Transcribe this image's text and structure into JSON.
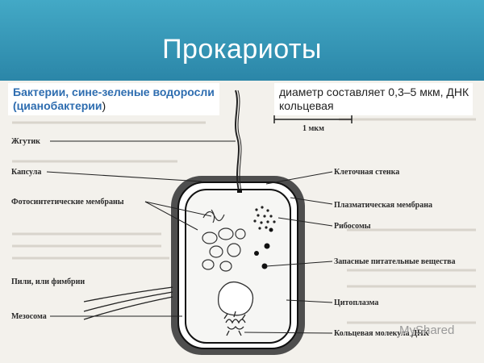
{
  "slide": {
    "title": "Прокариоты",
    "subtitle_left_bold": "Бактерии, сине-зеленые водоросли (цианобактерии",
    "subtitle_left_paren": ")",
    "subtitle_right": "диаметр составляет 0,3–5 мкм, ДНК кольцевая"
  },
  "diagram": {
    "scale_label": "1 мкм",
    "labels_left": [
      "Жгутик",
      "Капсула",
      "Фотосинтетические мембраны",
      "Пили, или фимбрии",
      "Мезосома"
    ],
    "labels_right": [
      "Клеточная стенка",
      "Плазматическая мембрана",
      "Рибосомы",
      "Запасные питательные вещества",
      "Цитоплазма",
      "Кольцевая молекула ДНК"
    ]
  },
  "watermark": "MyShared"
}
